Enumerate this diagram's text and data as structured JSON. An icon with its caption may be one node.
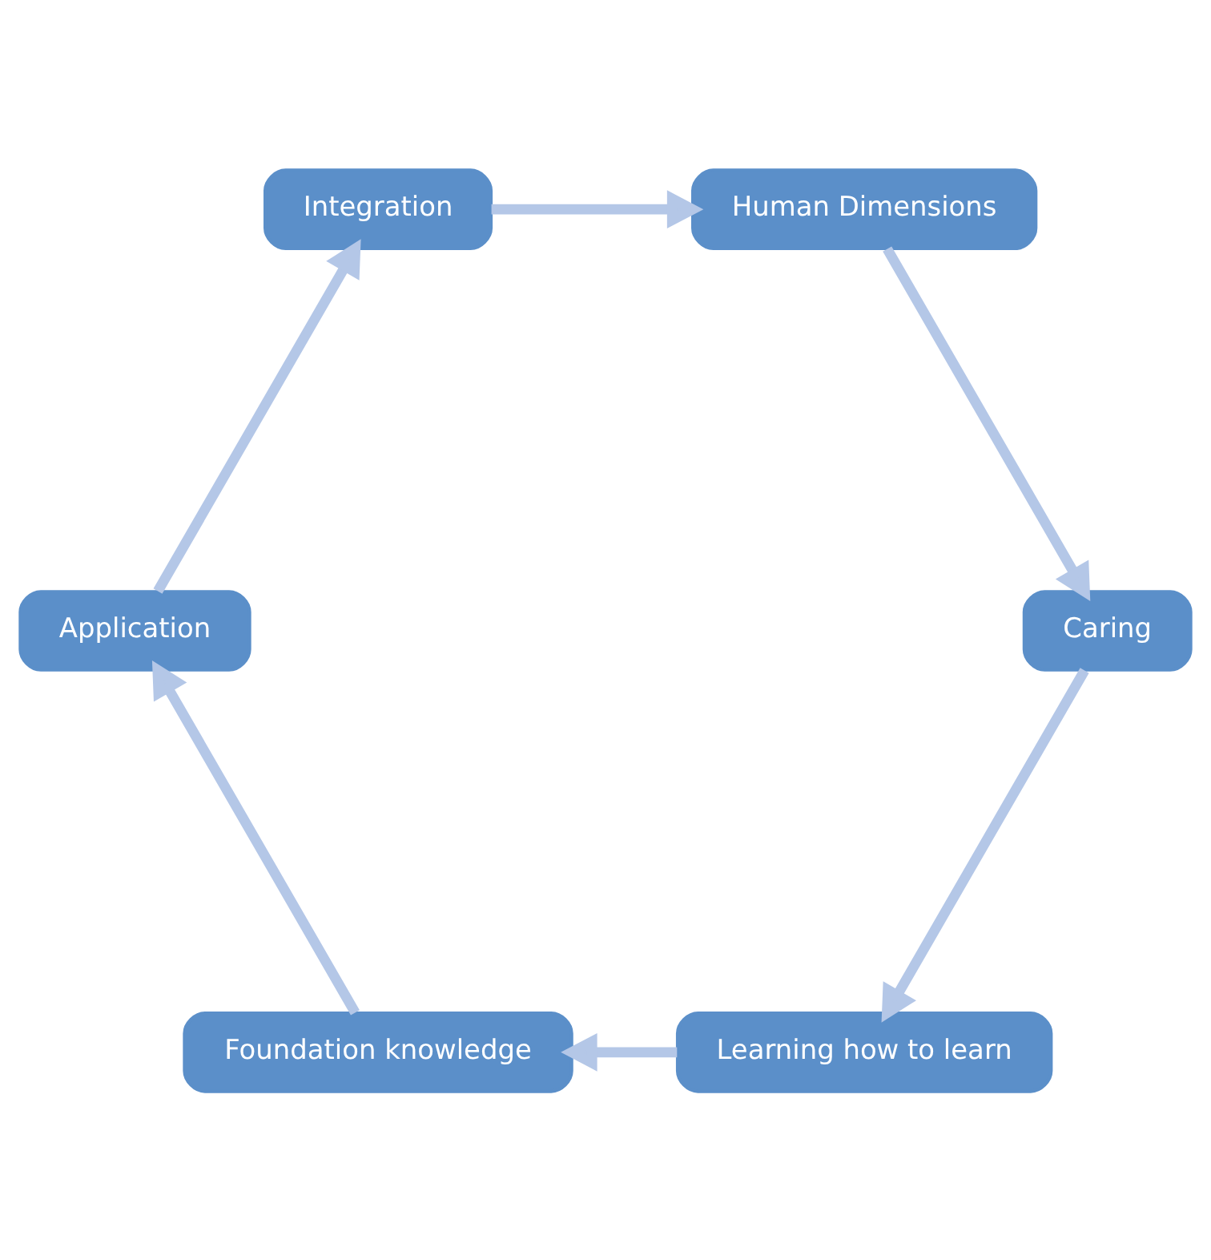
{
  "diagram": {
    "nodes": [
      {
        "text": [
          "Learning how to learn"
        ]
      },
      {
        "text": [
          "Foundation knowledge"
        ]
      },
      {
        "text": [
          "Caring"
        ]
      },
      {
        "text": [
          "Application"
        ]
      },
      {
        "text": [
          "Human Dimensions"
        ]
      },
      {
        "text": [
          "Integration"
        ]
      }
    ],
    "edges": [
      {
        "from": 0,
        "to": 1,
        "arrow": "to"
      },
      {
        "from": 1,
        "to": 3,
        "arrow": "to"
      },
      {
        "from": 3,
        "to": 5,
        "arrow": "to"
      },
      {
        "from": 5,
        "to": 4,
        "arrow": "to"
      },
      {
        "from": 4,
        "to": 2,
        "arrow": "to"
      },
      {
        "from": 2,
        "to": 0,
        "arrow": "to"
      }
    ]
  }
}
